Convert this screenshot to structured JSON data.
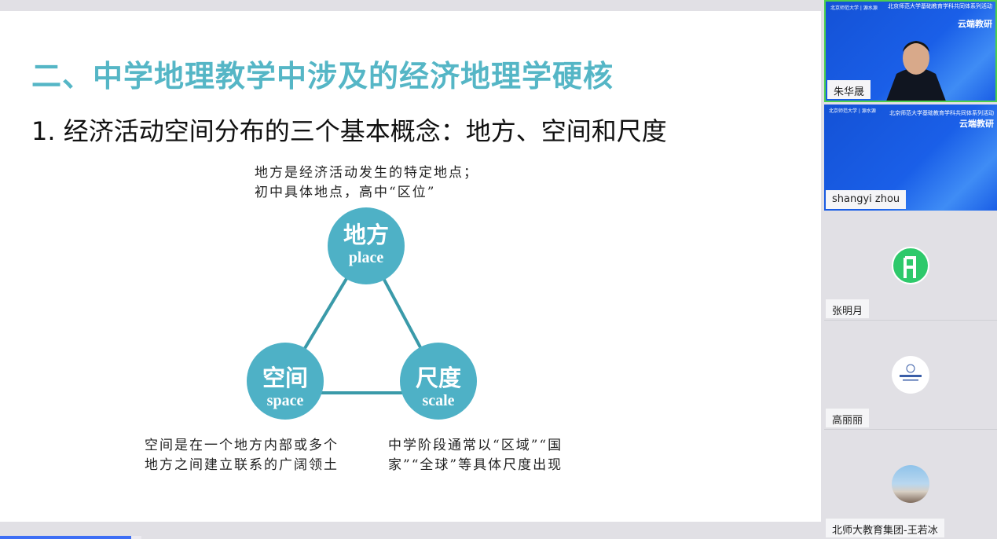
{
  "slide": {
    "title": "二、中学地理教学中涉及的经济地理学硬核",
    "subtitle": "1. 经济活动空间分布的三个基本概念：地方、空间和尺度",
    "concepts": [
      {
        "zh": "地方",
        "en": "place"
      },
      {
        "zh": "空间",
        "en": "space"
      },
      {
        "zh": "尺度",
        "en": "scale"
      }
    ],
    "notes": {
      "place": [
        "地方是经济活动发生的特定地点；",
        "初中具体地点，高中“区位”"
      ],
      "space": [
        "空间是在一个地方内部或多个",
        "地方之间建立联系的广阔领土"
      ],
      "scale": [
        "中学阶段通常以“区域”“国",
        "家”“全球”等具体尺度出现"
      ]
    },
    "circle_color": "#4eb1c6",
    "title_color": "#55b6c6"
  },
  "progress_percent": 16,
  "participants": [
    {
      "name": "朱华晟",
      "type": "video",
      "speaking": true
    },
    {
      "name": "shangyi zhou",
      "type": "video",
      "speaking": false
    },
    {
      "name": "张明月",
      "type": "avatar"
    },
    {
      "name": "高丽丽",
      "type": "avatar"
    },
    {
      "name": "北师大教育集团-王若冰",
      "type": "avatar"
    }
  ],
  "video_banner": {
    "line1": "北京师范大学基础教育学科共同体系列活动",
    "line2": "云端教研",
    "logos": "北京师范大学 | 源水源"
  }
}
